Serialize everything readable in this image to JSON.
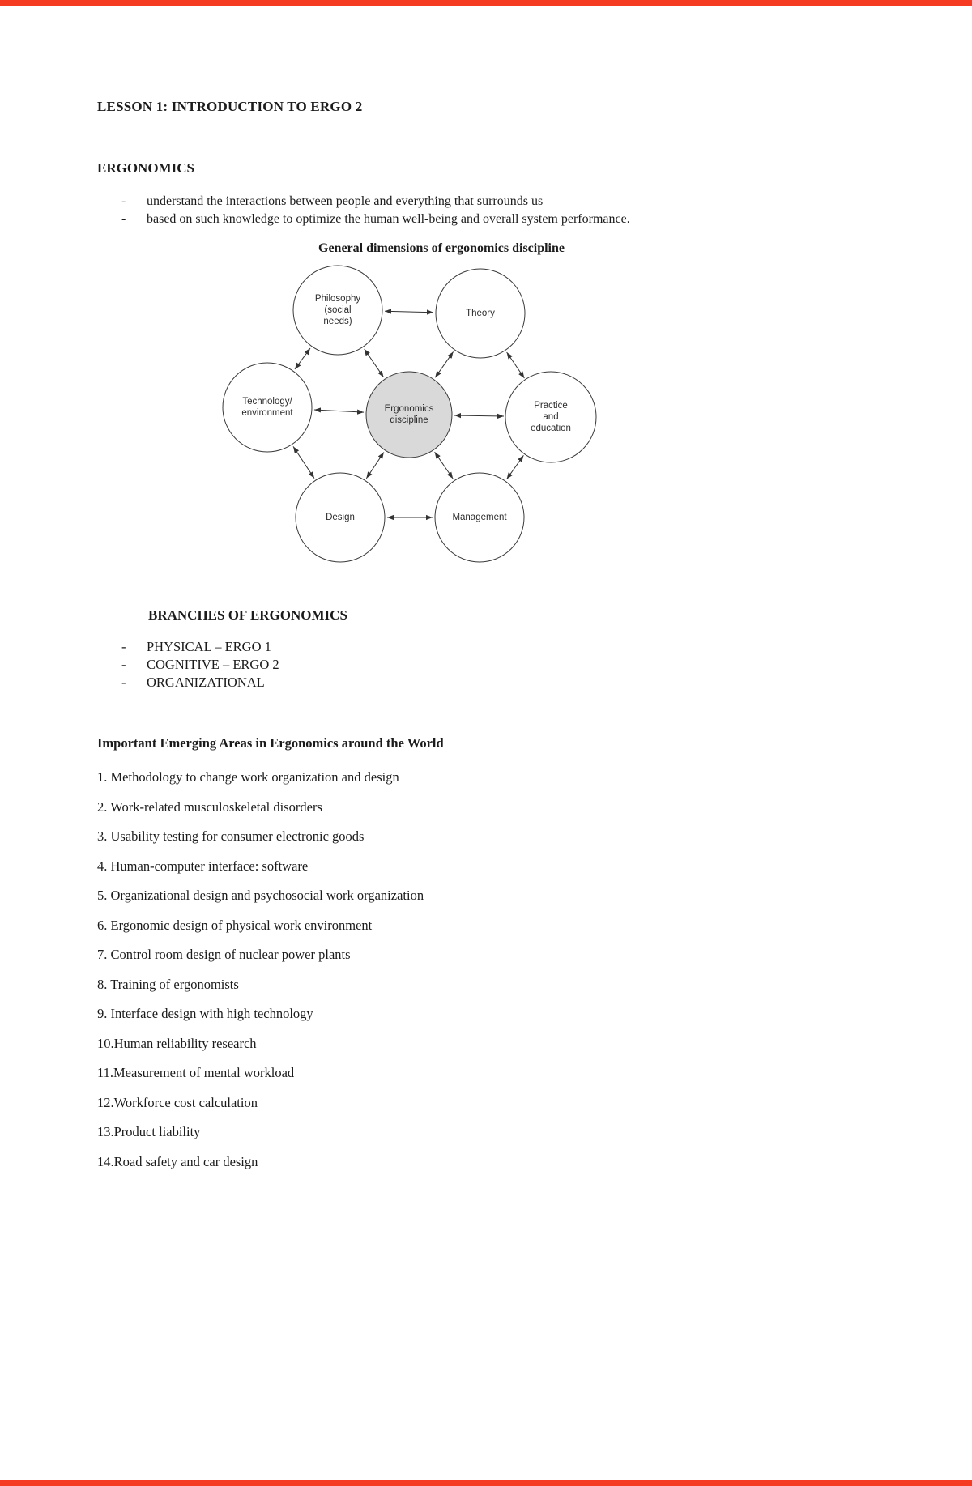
{
  "marker": "-",
  "title": "LESSON 1: INTRODUCTION TO ERGO 2",
  "ergonomics": {
    "heading": "ERGONOMICS",
    "bullets": [
      "understand the interactions between people and everything that surrounds us",
      "based on such knowledge to optimize the human well-being and overall system performance."
    ]
  },
  "diagram": {
    "caption": "General dimensions of ergonomics discipline",
    "nodes": {
      "philosophy": "Philosophy (social needs)",
      "theory": "Theory",
      "technology": "Technology/ environment",
      "center": "Ergonomics discipline",
      "practice": "Practice and education",
      "design": "Design",
      "management": "Management"
    }
  },
  "branches": {
    "heading": "BRANCHES OF ERGONOMICS",
    "items": [
      "PHYSICAL – ERGO 1",
      "COGNITIVE – ERGO 2",
      "ORGANIZATIONAL"
    ]
  },
  "emerging": {
    "heading": "Important Emerging Areas in Ergonomics around the World",
    "items": [
      "1. Methodology to change work organization and design",
      "2. Work-related musculoskeletal disorders",
      "3. Usability testing for consumer electronic goods",
      "4. Human-computer interface: software",
      "5. Organizational design and psychosocial work organization",
      "6. Ergonomic design of physical work environment",
      "7. Control room design of nuclear power plants",
      "8. Training of ergonomists",
      "9. Interface design with high technology",
      "10.Human reliability research",
      "11.Measurement of mental workload",
      "12.Workforce cost calculation",
      "13.Product liability",
      "14.Road safety and car design"
    ]
  },
  "colors": {
    "accent": "#f63b23",
    "center_fill": "#d9d9d9",
    "stroke": "#3a3a3a"
  }
}
